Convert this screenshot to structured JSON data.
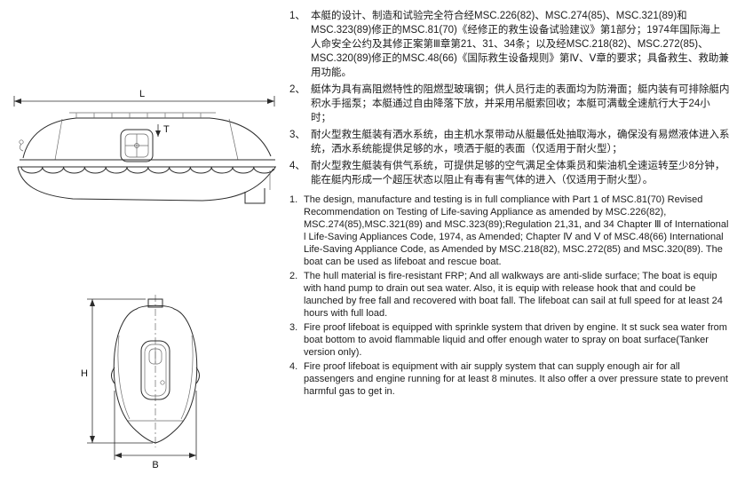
{
  "figures": {
    "side_view": {
      "label_length": "L",
      "label_t": "T"
    },
    "end_view": {
      "label_height": "H",
      "label_breadth": "B"
    }
  },
  "chinese": {
    "items": [
      {
        "num": "1、",
        "text": "本艇的设计、制造和试验完全符合经MSC.226(82)、MSC.274(85)、MSC.321(89)和MSC.323(89)修正的MSC.81(70)《经修正的救生设备试验建议》第1部分；1974年国际海上人命安全公约及其修正案第Ⅲ章第21、31、34条；以及经MSC.218(82)、MSC.272(85)、MSC.320(89)修正的MSC.48(66)《国际救生设备规则》第Ⅳ、Ⅴ章的要求；具备救生、救助兼用功能。"
      },
      {
        "num": "2、",
        "text": "艇体为具有高阻燃特性的阻燃型玻璃钢；供人员行走的表面均为防滑面；艇内装有可排除艇内积水手摇泵；本艇通过自由降落下放，并采用吊艇索回收；本艇可满载全速航行大于24小时；"
      },
      {
        "num": "3、",
        "text": "耐火型救生艇装有洒水系统，由主机水泵带动从艇最低处抽取海水，确保没有易燃液体进入系统，洒水系统能提供足够的水，喷洒于艇的表面（仅适用于耐火型）；"
      },
      {
        "num": "4、",
        "text": "耐火型救生艇装有供气系统，可提供足够的空气满足全体乘员和柴油机全速运转至少8分钟，能在艇内形成一个超压状态以阻止有毒有害气体的进入（仅适用于耐火型）。"
      }
    ]
  },
  "english": {
    "items": [
      {
        "num": "1.",
        "text": "The design, manufacture and testing is in full compliance with Part 1 of MSC.81(70) Revised Recommendation on Testing of Life-saving Appliance as amended by MSC.226(82), MSC.274(85),MSC.321(89) and MSC.323(89);Regulation 21,31, and 34 Chapter Ⅲ of International l Life-Saving Appliances Code, 1974, as Amended; Chapter Ⅳ and Ⅴ of MSC.48(66) International Life-Saving Appliance Code, as Amended by MSC.218(82), MSC.272(85) and MSC.320(89). The boat can be used as lifeboat and rescue boat."
      },
      {
        "num": "2.",
        "text": "The hull material is fire-resistant FRP; And all walkways are anti-slide surface; The boat is equip with hand pump to drain out sea water. Also, it is equip with release hook that and could be launched by free fall and recovered with boat fall. The lifeboat can sail at full speed for at least 24 hours with full load."
      },
      {
        "num": "3.",
        "text": "Fire proof lifeboat is equipped with sprinkle system that driven by engine. It st suck sea water from boat bottom to avoid flammable liquid and offer enough water to spray on boat surface(Tanker version only)."
      },
      {
        "num": "4.",
        "text": "Fire proof lifeboat is equipment with air supply system that can supply enough air for all passengers and engine running for at least 8 minutes. It also offer a over pressure state to prevent harmful gas to get in."
      }
    ]
  }
}
